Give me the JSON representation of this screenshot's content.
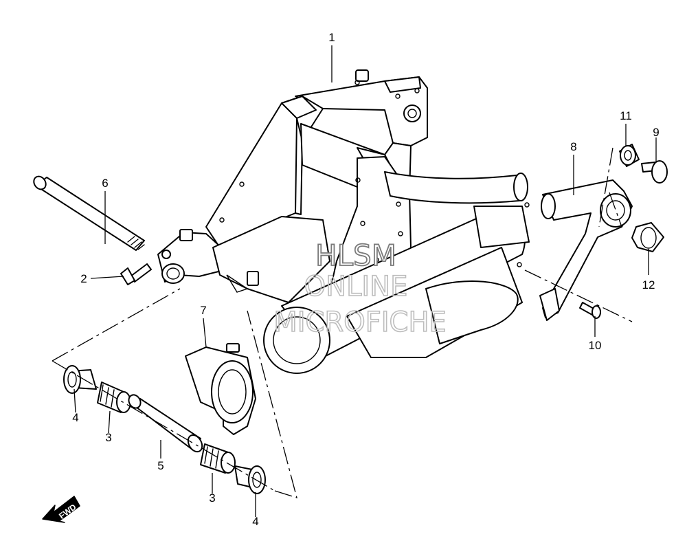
{
  "callouts": {
    "c1": "1",
    "c2": "2",
    "c3a": "3",
    "c3b": "3",
    "c4a": "4",
    "c4b": "4",
    "c5": "5",
    "c6": "6",
    "c7": "7",
    "c8": "8",
    "c9": "9",
    "c10": "10",
    "c11": "11",
    "c12": "12"
  },
  "watermark": {
    "line1": "HLSM",
    "line2": "ONLINE",
    "line3": "MICROFICHE"
  },
  "fwd_label": "FWD"
}
